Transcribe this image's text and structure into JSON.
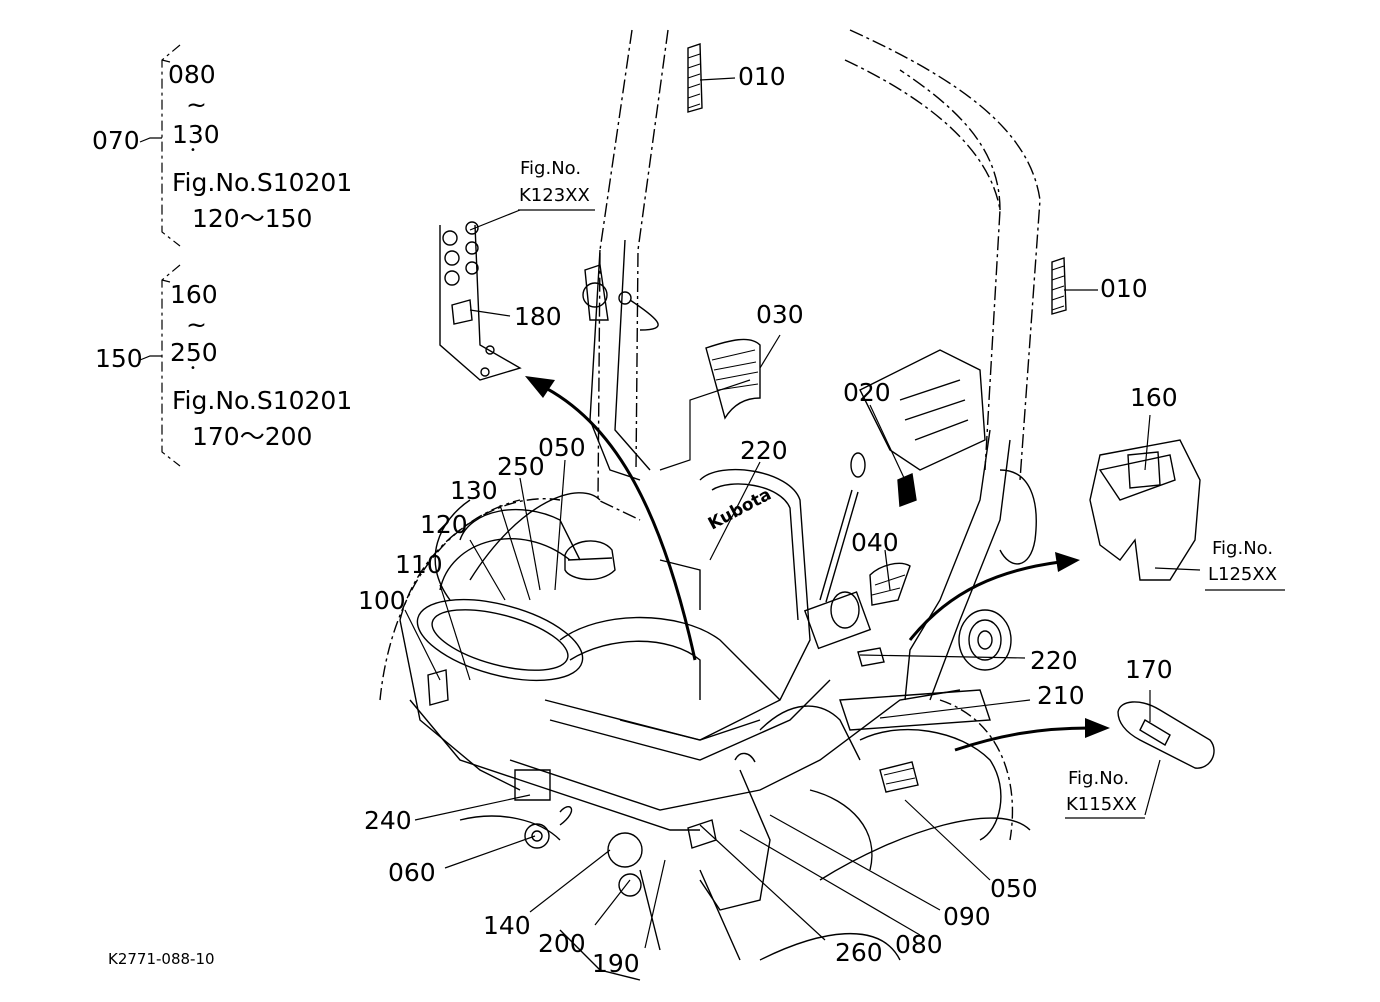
{
  "callouts": {
    "p010a": "010",
    "p010b": "010",
    "p020": "020",
    "p030": "030",
    "p040": "040",
    "p050a": "050",
    "p050b": "050",
    "p060": "060",
    "p070": "070",
    "p080": "080",
    "p090": "090",
    "p100": "100",
    "p110": "110",
    "p120": "120",
    "p130": "130",
    "p140": "140",
    "p150": "150",
    "p160": "160",
    "p170": "170",
    "p180": "180",
    "p190": "190",
    "p200": "200",
    "p210": "210",
    "p220a": "220",
    "p220b": "220",
    "p240": "240",
    "p250": "250",
    "p260": "260"
  },
  "groups": {
    "g070": {
      "from": "080",
      "tilde": "~",
      "to": "130",
      "dot": "•",
      "ref": "Fig.No.S10201",
      "range": "120～150"
    },
    "g150": {
      "from": "160",
      "tilde": "~",
      "to": "250",
      "dot": "•",
      "ref": "Fig.No.S10201",
      "range": "170～200"
    }
  },
  "fig_refs": {
    "k123": {
      "line1": "Fig.No.",
      "line2": "K123XX"
    },
    "l125": {
      "line1": "Fig.No.",
      "line2": "L125XX"
    },
    "k115": {
      "line1": "Fig.No.",
      "line2": "K115XX"
    }
  },
  "seat_brand": "Kubota",
  "drawing_id": "K2771-088-10"
}
